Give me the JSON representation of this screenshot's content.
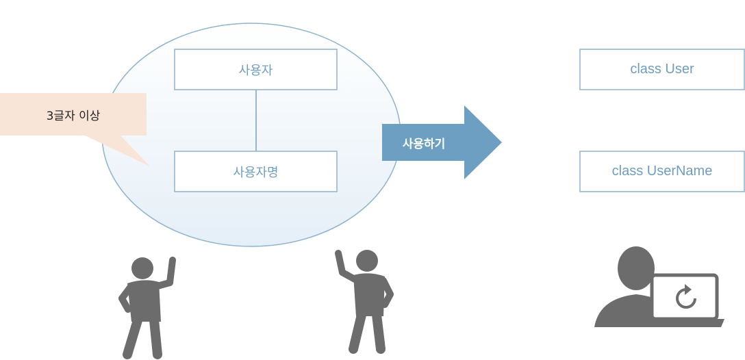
{
  "domain_concept": {
    "boxes": [
      {
        "label": "사용자"
      },
      {
        "label": "사용자명"
      }
    ]
  },
  "callout": {
    "text": "3글자 이상"
  },
  "arrow": {
    "label": "사용하기"
  },
  "classes": [
    {
      "label": "class User"
    },
    {
      "label": "class UserName"
    }
  ],
  "icons": [
    "person-cheering-icon",
    "person-waving-icon",
    "developer-laptop-icon"
  ],
  "colors": {
    "ellipse_fill": "#e9f1f8",
    "ellipse_stroke": "#8fb2cd",
    "box_stroke": "#8fb2cd",
    "box_text": "#6f9dbf",
    "callout_fill": "#f9e5d8",
    "arrow_fill": "#6d9fc2",
    "icon_fill": "#6c6c6c"
  }
}
